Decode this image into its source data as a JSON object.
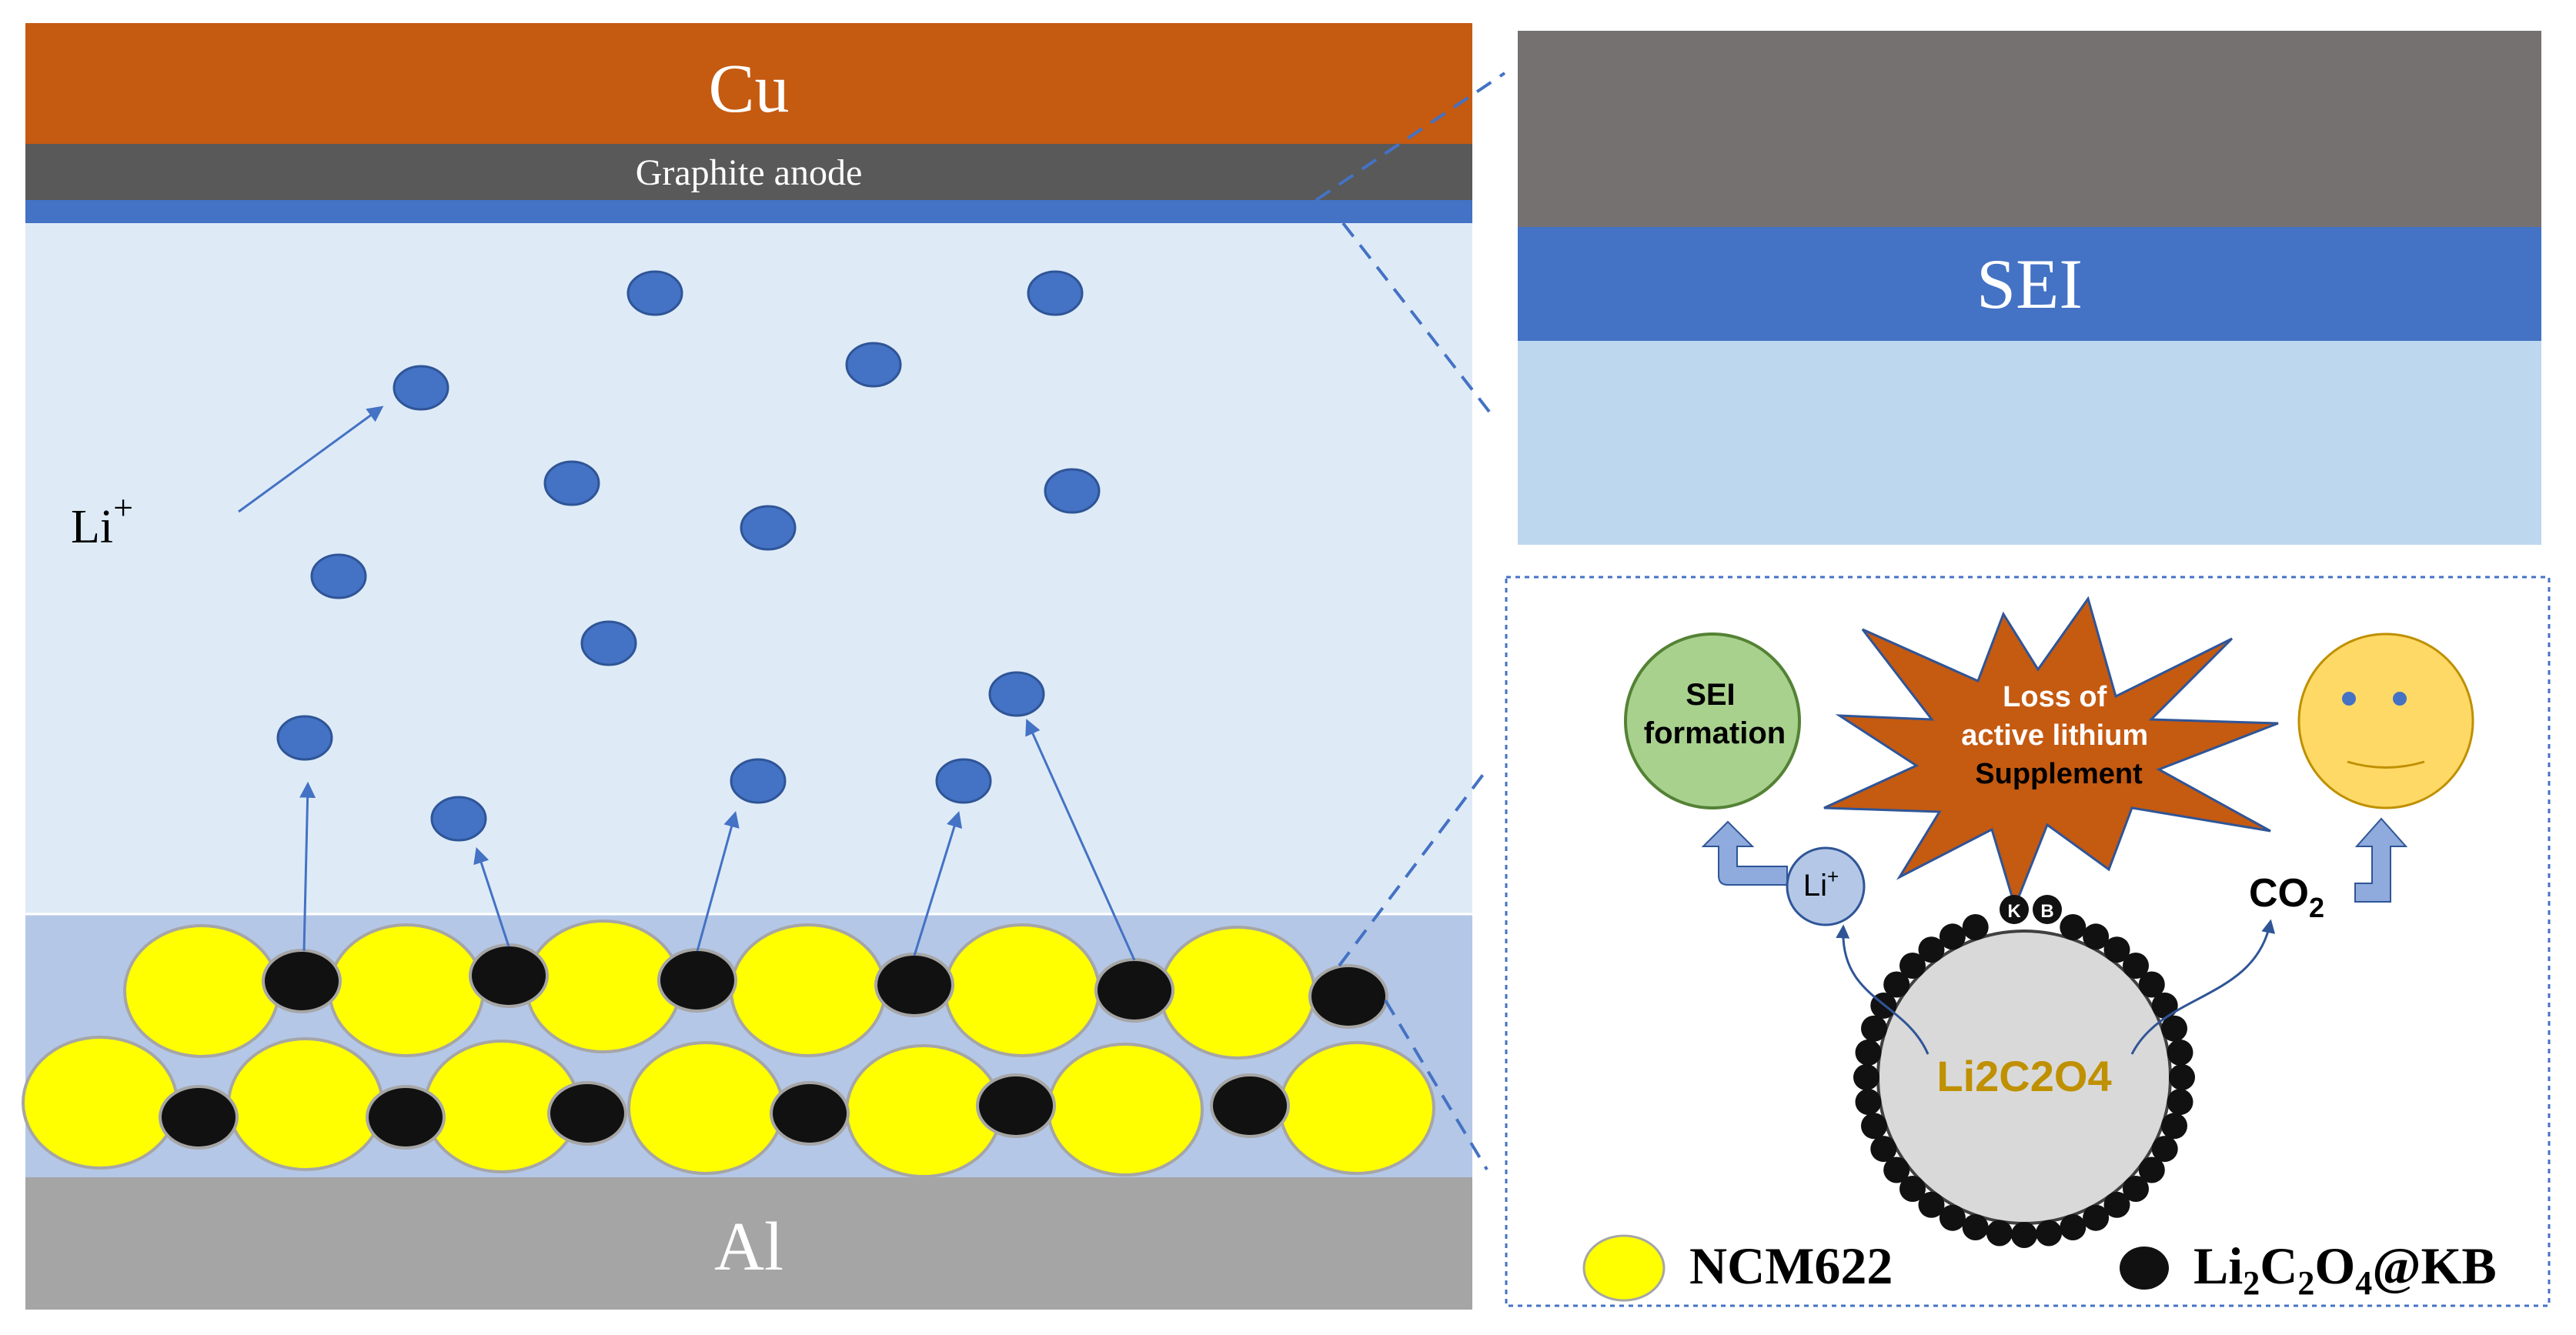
{
  "labels": {
    "cu": "Cu",
    "graphite": "Graphite anode",
    "al": "Al",
    "li_base": "Li",
    "li_sup": "+",
    "sei": "SEI",
    "sei_formation_1": "SEI",
    "sei_formation_2": "formation",
    "loss_1": "Loss of",
    "loss_2": "active lithium",
    "loss_3": "Supplement",
    "li_ion_base": "Li",
    "li_ion_sup": "+",
    "co2_base": "CO",
    "co2_sub": "2",
    "core": "Li2C2O4",
    "kb_k": "K",
    "kb_b": "B"
  },
  "legend": {
    "ncm": "NCM622",
    "coated_parts": [
      "Li",
      "2",
      "C",
      "2",
      "O",
      "4",
      "@KB"
    ]
  },
  "colors": {
    "copper": "#C55A11",
    "graphite": "#595959",
    "sei": "#4472C4",
    "electrolyte": "#DEEBF7",
    "cathode_layer": "#B4C7E7",
    "aluminum": "#A5A5A5",
    "ncm": "#FFFF00",
    "li2c2o4_kb": "#111111",
    "li_ion": "#4472C4",
    "zoom_anode": "#767171",
    "zoom_electrolyte": "#BDD7EE",
    "starburst": "#C55A11",
    "sei_bubble": "#A9D18E",
    "smiley": "#FFD966",
    "core": "#D9D9D9",
    "core_text": "#BF9000"
  }
}
